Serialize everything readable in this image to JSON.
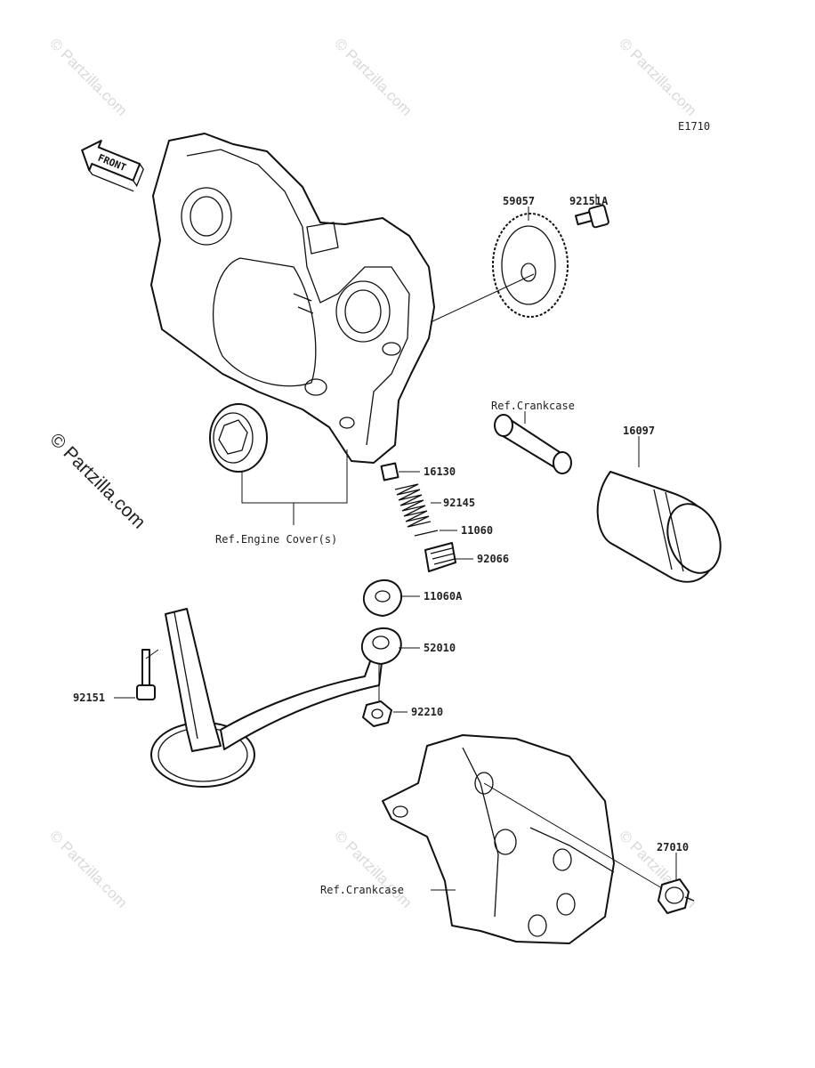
{
  "diagram_code": "E1710",
  "front_label": "FRONT",
  "watermark": "© Partzilla.com",
  "parts": {
    "p59057": "59057",
    "p92151a": "92151A",
    "ref_crankcase_top": "Ref.Crankcase",
    "p16097": "16097",
    "p16130": "16130",
    "p92145": "92145",
    "p11060": "11060",
    "p92066": "92066",
    "ref_engine_cover": "Ref.Engine Cover(s)",
    "p11060a": "11060A",
    "p52010": "52010",
    "p92151": "92151",
    "p92210": "92210",
    "p27010": "27010",
    "ref_crankcase_bottom": "Ref.Crankcase"
  }
}
